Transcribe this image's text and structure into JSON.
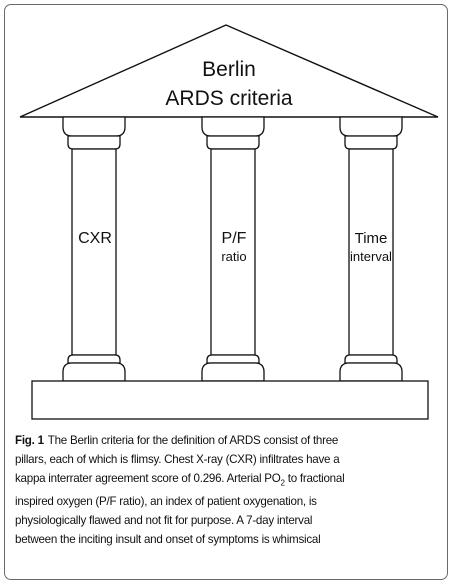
{
  "diagram": {
    "roof_title_line1": "Berlin",
    "roof_title_line2": "ARDS criteria",
    "pillars": [
      {
        "label_main": "CXR",
        "label_sub": ""
      },
      {
        "label_main": "P/F",
        "label_sub": "ratio"
      },
      {
        "label_main": "Time",
        "label_sub": "interval"
      }
    ]
  },
  "caption": {
    "fig_label": "Fig. 1",
    "line1": "The Berlin criteria for the definition of ARDS consist of three",
    "line2": "pillars, each of which is flimsy. Chest X-ray (CXR) infiltrates have a",
    "line3": "kappa interrater agreement score of 0.296. Arterial PO",
    "line3_sub": "2",
    "line3_end": " to fractional",
    "line4": "inspired oxygen (P/F ratio), an index of patient oxygenation, is",
    "line5": "physiologically flawed and not fit for purpose. A 7-day interval",
    "line6": "between the inciting insult and onset of symptoms is whimsical"
  }
}
